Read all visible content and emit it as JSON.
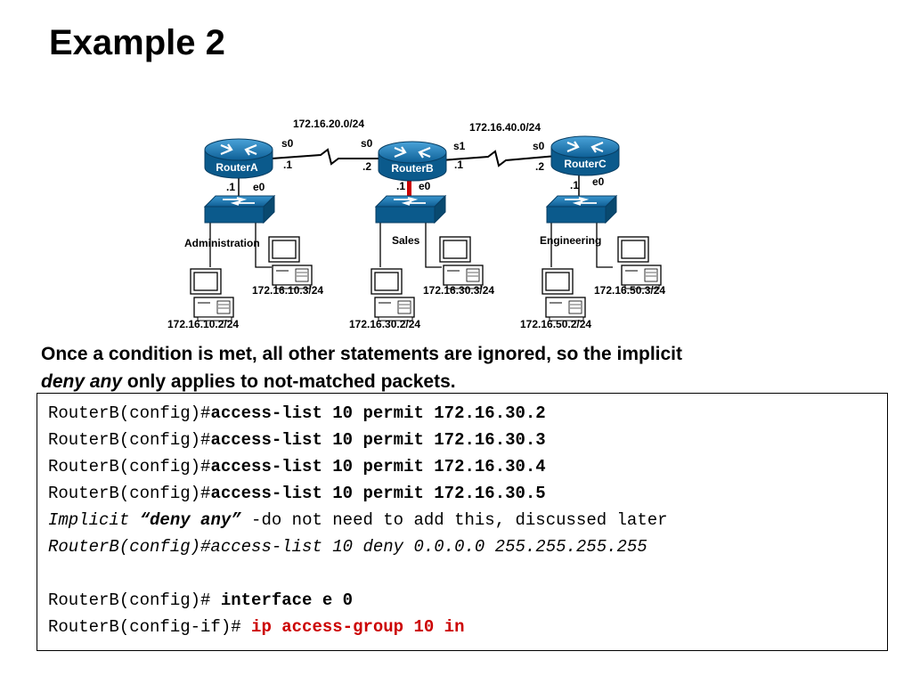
{
  "title": "Example 2",
  "diagram": {
    "routers": [
      {
        "name": "RouterA"
      },
      {
        "name": "RouterB"
      },
      {
        "name": "RouterC"
      }
    ],
    "networks": {
      "ab": "172.16.20.0/24",
      "bc": "172.16.40.0/24"
    },
    "interfaces": {
      "a_s0": "s0",
      "a_s0_ip": ".1",
      "b_s0": "s0",
      "b_s0_ip": ".2",
      "b_s1": "s1",
      "b_s1_ip": ".1",
      "c_s0": "s0",
      "c_s0_ip": ".2",
      "a_e0": "e0",
      "a_e0_ip": ".1",
      "b_e0": "e0",
      "b_e0_ip": ".1",
      "c_e0": "e0",
      "c_e0_ip": ".1"
    },
    "lans": [
      "Administration",
      "Sales",
      "Engineering"
    ],
    "hosts": [
      "172.16.10.3/24",
      "172.16.10.2/24",
      "172.16.30.3/24",
      "172.16.30.2/24",
      "172.16.50.3/24",
      "172.16.50.2/24"
    ]
  },
  "caption": {
    "part1": "Once a condition is met, all other statements are ignored, so the implicit",
    "emphasis": "deny any",
    "part2": " only applies to not-matched packets."
  },
  "code": {
    "prompt_config": "RouterB(config)#",
    "prompt_config_space": "RouterB(config)# ",
    "prompt_if": "RouterB(config-if)# ",
    "acl1": "access-list 10 permit 172.16.30.2",
    "acl2": "access-list 10 permit 172.16.30.3",
    "acl3": "access-list 10 permit 172.16.30.4",
    "acl4": "access-list 10 permit 172.16.30.5",
    "implicit_word": "Implicit",
    "open_quote": " “",
    "deny_any": "deny any",
    "close_quote": "”",
    "implicit_note": " -do not need to add this, discussed later",
    "deny_line": "RouterB(config)#access-list 10 deny 0.0.0.0 255.255.255.255",
    "interface_cmd": "interface e 0",
    "access_group_cmd": "ip access-group 10 in"
  },
  "colors": {
    "router": "#1a6fa8",
    "switch": "#1a6fa8",
    "highlight": "#cc0000"
  }
}
